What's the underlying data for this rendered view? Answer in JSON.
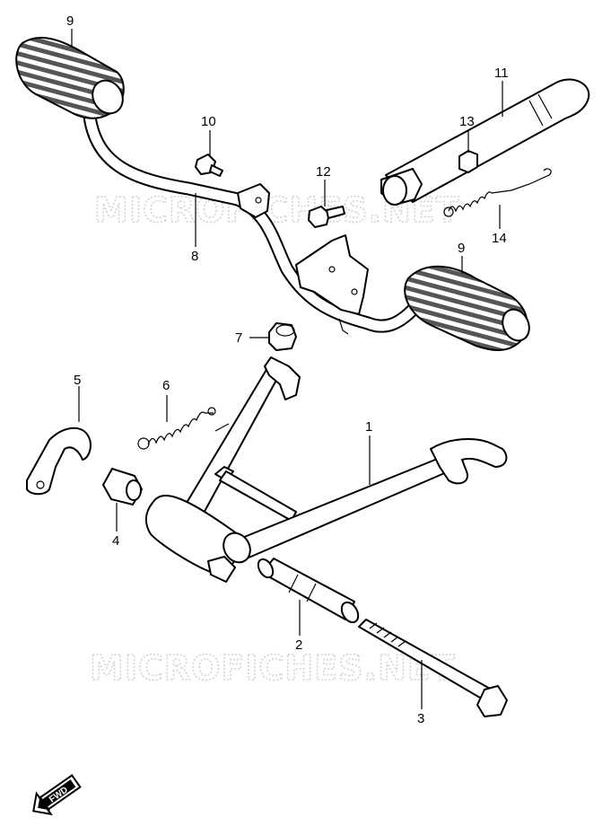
{
  "watermark": "MICROFICHES.NET",
  "fwd_label": "FWD",
  "callouts": {
    "c1": "1",
    "c2": "2",
    "c3": "3",
    "c4": "4",
    "c5": "5",
    "c6": "6",
    "c7": "7",
    "c8": "8",
    "c9a": "9",
    "c9b": "9",
    "c10": "10",
    "c11": "11",
    "c12": "12",
    "c13": "13",
    "c14": "14"
  }
}
